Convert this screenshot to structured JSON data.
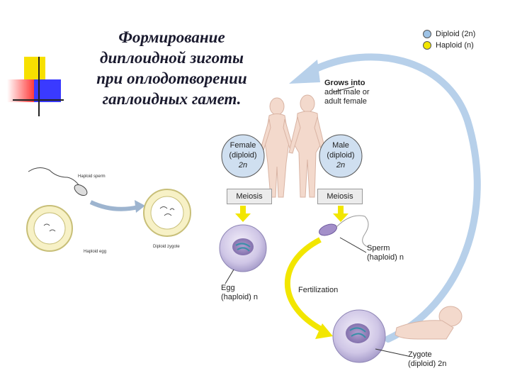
{
  "title": {
    "lines": [
      "Формирование",
      "диплоидной зиготы",
      "при оплодотворении",
      "гаплоидных гамет."
    ]
  },
  "legend": {
    "diploid": {
      "label": "Diploid (2n)",
      "color": "#9ec3e6"
    },
    "haploid": {
      "label": "Haploid (n)",
      "color": "#f2e600"
    }
  },
  "grows_into": [
    "Grows into",
    "adult male or",
    "adult female"
  ],
  "female": [
    "Female",
    "(diploid)",
    "2n"
  ],
  "male": [
    "Male",
    "(diploid)",
    "2n"
  ],
  "meiosis_left": "Meiosis",
  "meiosis_right": "Meiosis",
  "sperm_label": [
    "Sperm",
    "(haploid) n"
  ],
  "egg_label": [
    "Egg",
    "(haploid) n"
  ],
  "fertilization": "Fertilization",
  "zygote_label": [
    "Zygote",
    "(diploid) 2n"
  ],
  "left_figure": {
    "haploid_sperm": "Haploid sperm",
    "haploid_egg": "Haploid egg",
    "diploid_zygote": "Diploid zygote"
  },
  "colors": {
    "arrow_blue": "#b7d0ea",
    "arrow_yellow": "#f2e600",
    "cell_purple": "#c9c0e0",
    "skin": "#f3d9cc"
  }
}
